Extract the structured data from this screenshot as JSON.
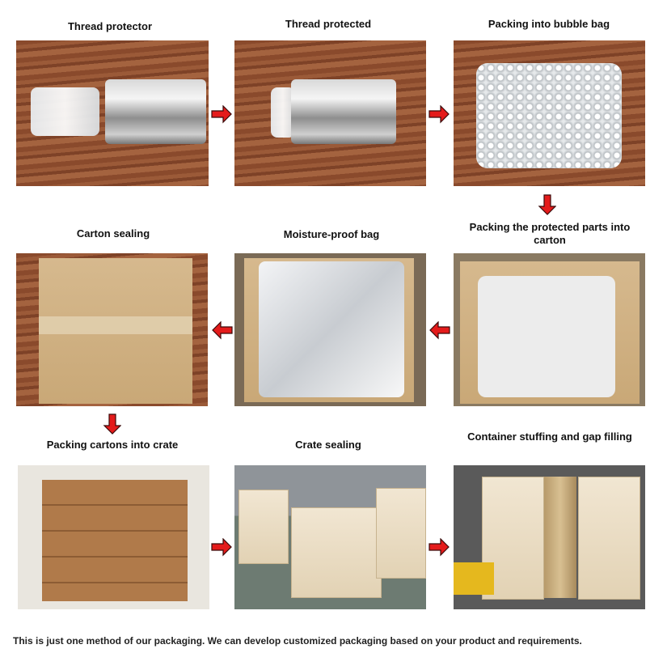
{
  "steps": [
    {
      "label": "Thread protector"
    },
    {
      "label": "Thread protected"
    },
    {
      "label": "Packing into bubble bag"
    },
    {
      "label": "Packing the protected parts into carton"
    },
    {
      "label": "Moisture-proof bag"
    },
    {
      "label": "Carton sealing"
    },
    {
      "label": "Packing cartons into crate"
    },
    {
      "label": "Crate sealing"
    },
    {
      "label": "Container stuffing and gap filling"
    }
  ],
  "note": "This is just one method of our packaging. We can develop customized packaging based on your product and requirements.",
  "colors": {
    "arrow": "#e41b1b",
    "arrow_outline": "#3a0a0a"
  }
}
